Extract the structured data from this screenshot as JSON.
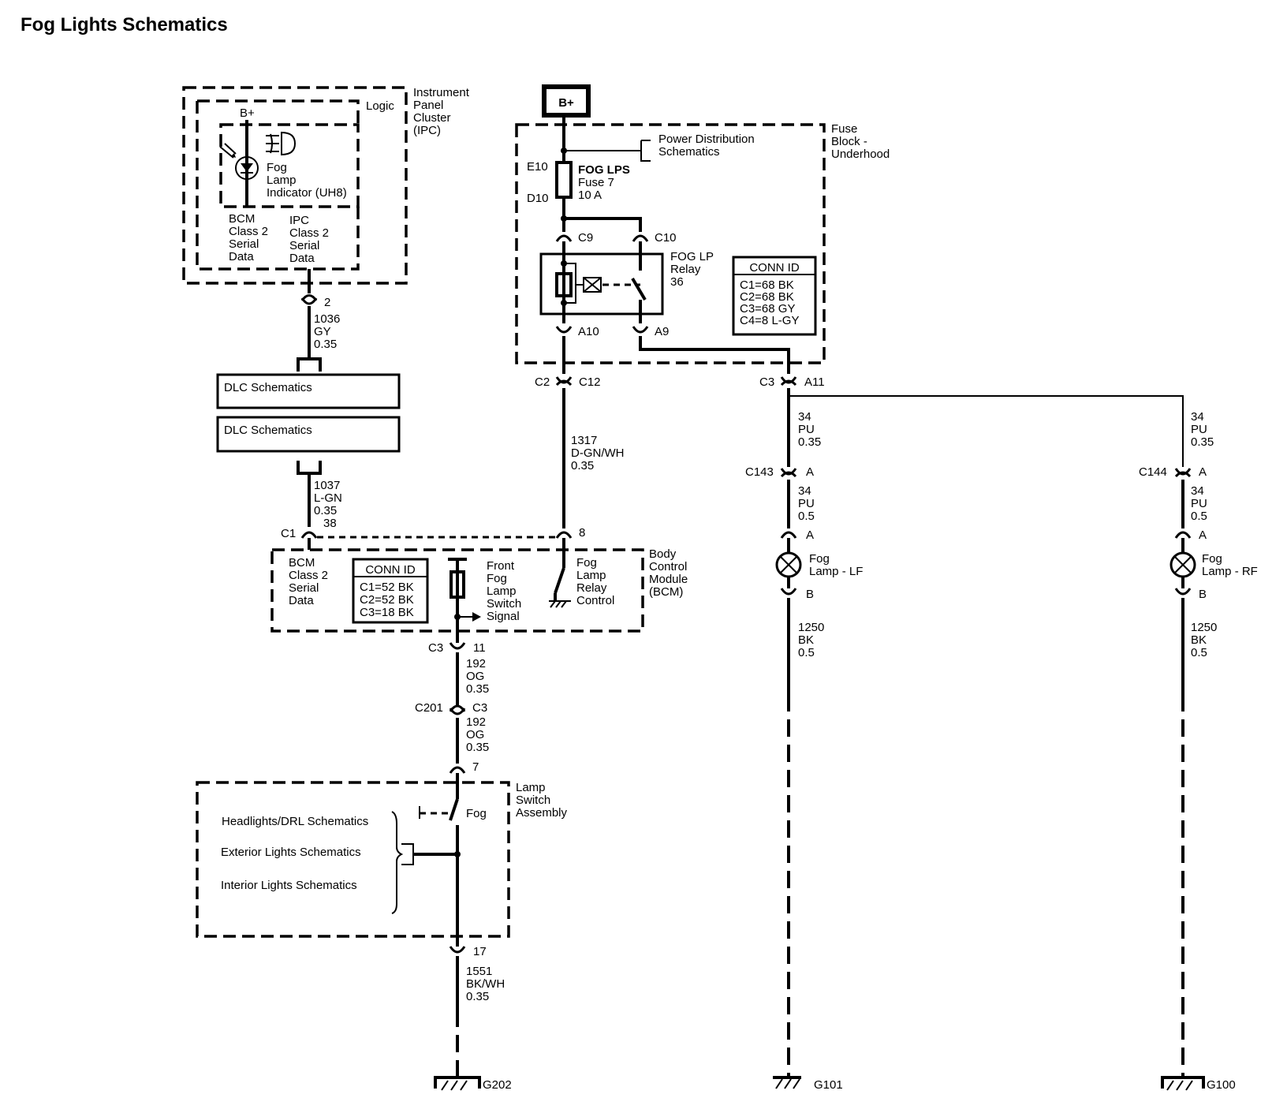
{
  "title": "Fog Lights Schematics",
  "ipc": {
    "name_lines": [
      "Instrument",
      "Panel",
      "Cluster",
      "(IPC)"
    ],
    "logic": "Logic",
    "bplus": "B+",
    "indicator_lines": [
      "Fog",
      "Lamp",
      "Indicator (UH8)"
    ],
    "bcm_data_lines": [
      "BCM",
      "Class 2",
      "Serial",
      "Data"
    ],
    "ipc_data_lines": [
      "IPC",
      "Class 2",
      "Serial",
      "Data"
    ],
    "pin": "2"
  },
  "wire_1036": [
    "1036",
    "GY",
    "0.35"
  ],
  "dlc": [
    "DLC Schematics",
    "DLC Schematics"
  ],
  "wire_1037": [
    "1037",
    "L-GN",
    "0.35",
    "38"
  ],
  "fuse_block": {
    "bplus": "B+",
    "name_lines": [
      "Fuse",
      "Block -",
      "Underhood"
    ],
    "pds_lines": [
      "Power Distribution",
      "Schematics"
    ],
    "e10": "E10",
    "d10": "D10",
    "fuse_lines": [
      "FOG LPS",
      "Fuse 7",
      "10 A"
    ],
    "c9": "C9",
    "c10": "C10",
    "relay_lines": [
      "FOG LP",
      "Relay",
      "36"
    ],
    "a10": "A10",
    "a9": "A9",
    "conn_id_title": "CONN ID",
    "conn_id": [
      "C1=68 BK",
      "C2=68 BK",
      "C3=68 GY",
      "C4=8 L-GY"
    ]
  },
  "conn_c2": "C2",
  "conn_c12": "C12",
  "conn_c3_top": "C3",
  "conn_a11": "A11",
  "wire_1317": [
    "1317",
    "D-GN/WH",
    "0.35"
  ],
  "bcm": {
    "c1": "C1",
    "pin8": "8",
    "name_lines": [
      "Body",
      "Control",
      "Module",
      "(BCM)"
    ],
    "data_lines": [
      "BCM",
      "Class 2",
      "Serial",
      "Data"
    ],
    "conn_id_title": "CONN ID",
    "conn_id": [
      "C1=52 BK",
      "C2=52 BK",
      "C3=18 BK"
    ],
    "switch_signal_lines": [
      "Front",
      "Fog",
      "Lamp",
      "Switch",
      "Signal"
    ],
    "relay_control_lines": [
      "Fog",
      "Lamp",
      "Relay",
      "Control"
    ],
    "conn_c3": "C3",
    "pin11": "11"
  },
  "wire_192_a": [
    "192",
    "OG",
    "0.35"
  ],
  "c201": "C201",
  "c201_c3": "C3",
  "wire_192_b": [
    "192",
    "OG",
    "0.35"
  ],
  "pin7": "7",
  "lamp_switch": {
    "name_lines": [
      "Lamp",
      "Switch",
      "Assembly"
    ],
    "fog": "Fog",
    "refs": [
      "Headlights/DRL Schematics",
      "Exterior Lights Schematics",
      "Interior Lights Schematics"
    ],
    "pin17": "17"
  },
  "wire_1551": [
    "1551",
    "BK/WH",
    "0.35"
  ],
  "g202": "G202",
  "lf": {
    "wire_top": [
      "34",
      "PU",
      "0.35"
    ],
    "conn": "C143",
    "conn_pin": "A",
    "wire_mid": [
      "34",
      "PU",
      "0.5"
    ],
    "lamp_pin_a": "A",
    "lamp_lines": [
      "Fog",
      "Lamp - LF"
    ],
    "lamp_pin_b": "B",
    "wire_bottom": [
      "1250",
      "BK",
      "0.5"
    ],
    "ground": "G101"
  },
  "rf": {
    "wire_top": [
      "34",
      "PU",
      "0.35"
    ],
    "conn": "C144",
    "conn_pin": "A",
    "wire_mid": [
      "34",
      "PU",
      "0.5"
    ],
    "lamp_pin_a": "A",
    "lamp_lines": [
      "Fog",
      "Lamp - RF"
    ],
    "lamp_pin_b": "B",
    "wire_bottom": [
      "1250",
      "BK",
      "0.5"
    ],
    "ground": "G100"
  }
}
